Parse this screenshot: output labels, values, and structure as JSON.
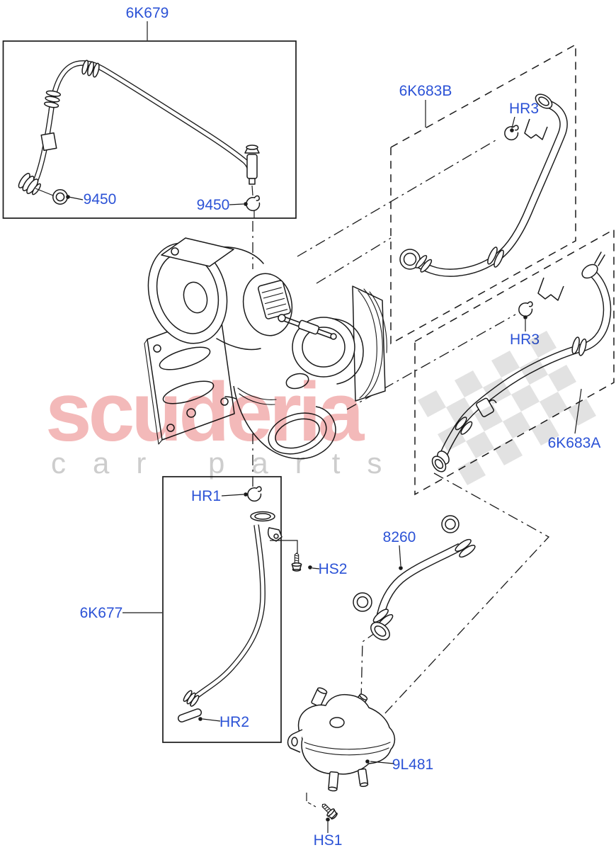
{
  "watermark": {
    "brand": "scuderia",
    "tagline": "car parts"
  },
  "colors": {
    "label-blue": "#2b52d6",
    "line-black": "#1a1a1a",
    "watermark-pink": "#f3b9b9",
    "watermark-gray": "#cdcdcd",
    "checker-gray": "#d8d8d8"
  },
  "callouts": {
    "pipe_6k679": "6K679",
    "washer_9450_left": "9450",
    "clip_9450_right": "9450",
    "hose_6k683b": "6K683B",
    "clip_hr3_upper": "HR3",
    "clip_hr3_lower": "HR3",
    "hose_6k683a": "6K683A",
    "pipe_6k677": "6K677",
    "clip_hr1": "HR1",
    "screw_hs2": "HS2",
    "gasket_hr2": "HR2",
    "hose_8260": "8260",
    "housing_9l481": "9L481",
    "screw_hs1": "HS1"
  }
}
